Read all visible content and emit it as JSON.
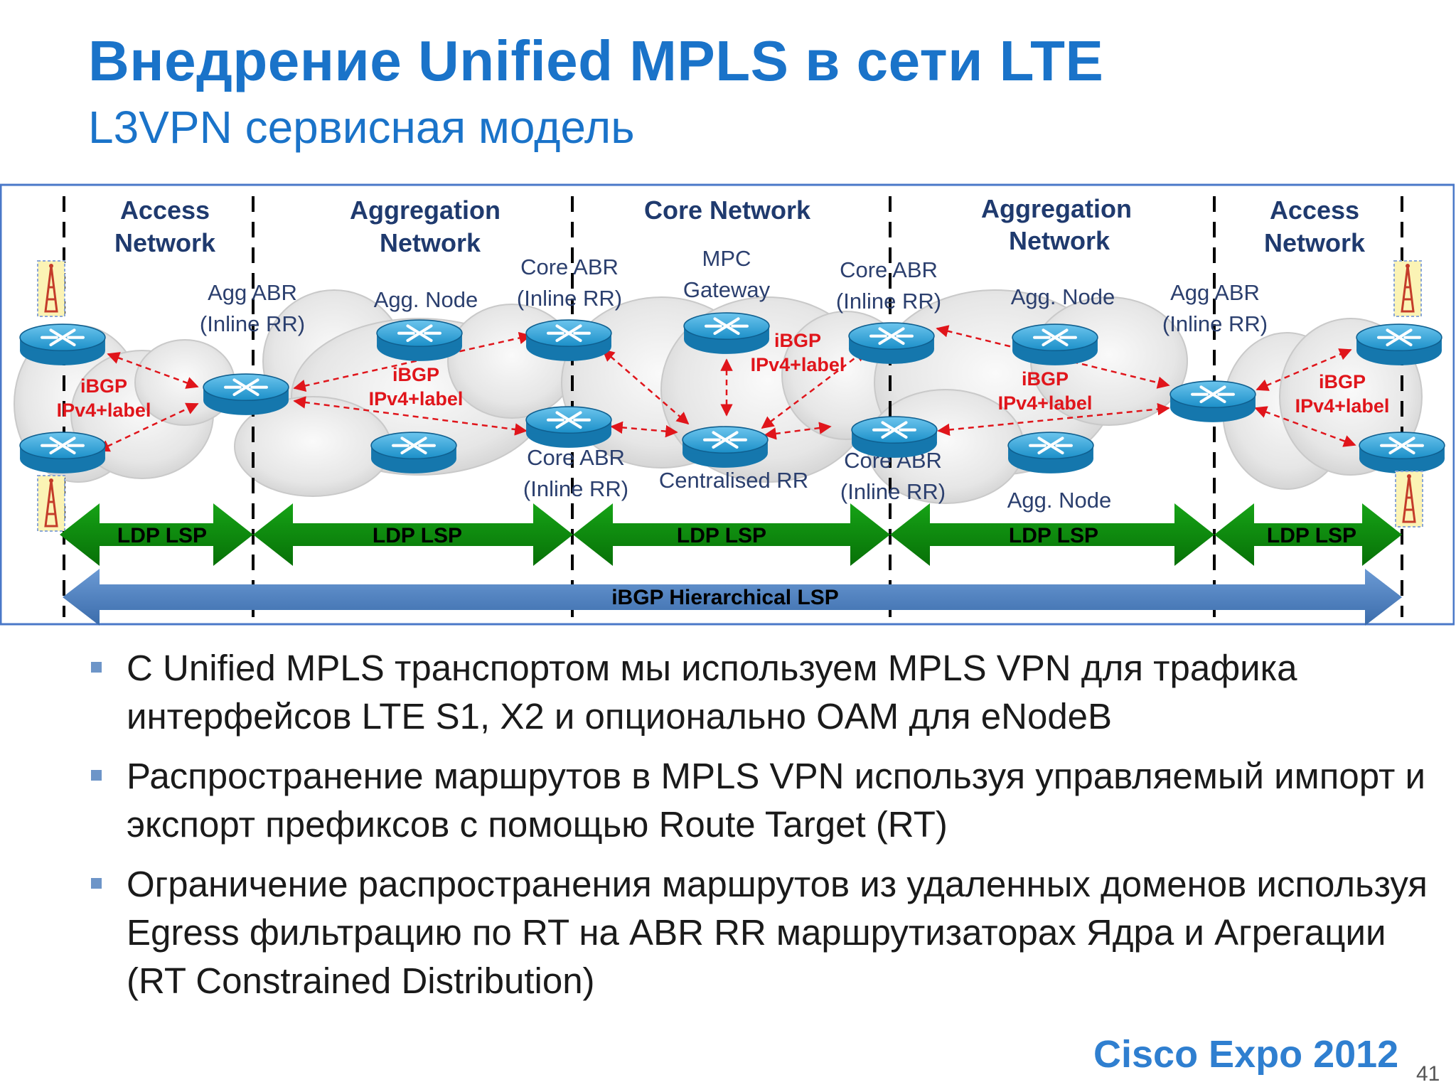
{
  "slide": {
    "title": "Внедрение Unified MPLS в сети LTE",
    "subtitle": "L3VPN сервисная модель",
    "page_number": "41",
    "brand": "Cisco Expo 2012"
  },
  "diagram": {
    "zones": [
      {
        "line1": "Access",
        "line2": "Network"
      },
      {
        "line1": "Aggregation",
        "line2": "Network"
      },
      {
        "line1": "Core Network",
        "line2": ""
      },
      {
        "line1": "Aggregation",
        "line2": "Network"
      },
      {
        "line1": "Access",
        "line2": "Network"
      }
    ],
    "node_labels": {
      "agg_abr_left": [
        "Agg ABR",
        "(Inline RR)"
      ],
      "agg_node_top_left": "Agg. Node",
      "core_abr_top_left": [
        "Core ABR",
        "(Inline RR)"
      ],
      "mpc_gateway": [
        "MPC",
        "Gateway"
      ],
      "core_abr_top_right": [
        "Core ABR",
        "(Inline RR)"
      ],
      "agg_node_top_right": "Agg. Node",
      "agg_abr_right": [
        "Agg ABR",
        "(Inline RR)"
      ],
      "core_abr_bottom_left": [
        "Core ABR",
        "(Inline RR)"
      ],
      "centralised_rr": "Centralised RR",
      "core_abr_bottom_right": [
        "Core ABR",
        "(Inline RR)"
      ],
      "agg_node_bottom_right": "Agg. Node"
    },
    "ibgp_labels": [
      [
        "iBGP",
        "IPv4+label"
      ],
      [
        "iBGP",
        "IPv4+label"
      ],
      [
        "iBGP",
        "IPv4+label"
      ],
      [
        "iBGP",
        "IPv4+label"
      ],
      [
        "iBGP",
        "IPv4+label"
      ]
    ],
    "ldp_label": "LDP LSP",
    "hierarchical_label": "iBGP Hierarchical LSP",
    "colors": {
      "frame": "#4a78c8",
      "ldp_arrow": "#0a7d0a",
      "hier_arrow": "#4f81bd",
      "ibgp_text": "#e0151b",
      "zone_text": "#1f3a6e",
      "node_text": "#2b3f6e",
      "router": "#1b8fc8",
      "cloud": "#e9e9e9"
    },
    "icons": [
      "router-icon",
      "cell-tower-icon",
      "cloud-shape"
    ]
  },
  "bullets": [
    "С Unified MPLS транспортом мы используем MPLS VPN для трафика интерфейсов LTE S1, X2 и опционально OAM для eNodeB",
    "Распространение маршрутов в MPLS VPN используя управляемый импорт и экспорт префиксов с помощью Route Target (RT)",
    "Ограничение распространения маршрутов из удаленных доменов используя Egress фильтрацию по RT на ABR RR маршрутизаторах Ядра и Агрегации (RT Constrained Distribution)"
  ]
}
